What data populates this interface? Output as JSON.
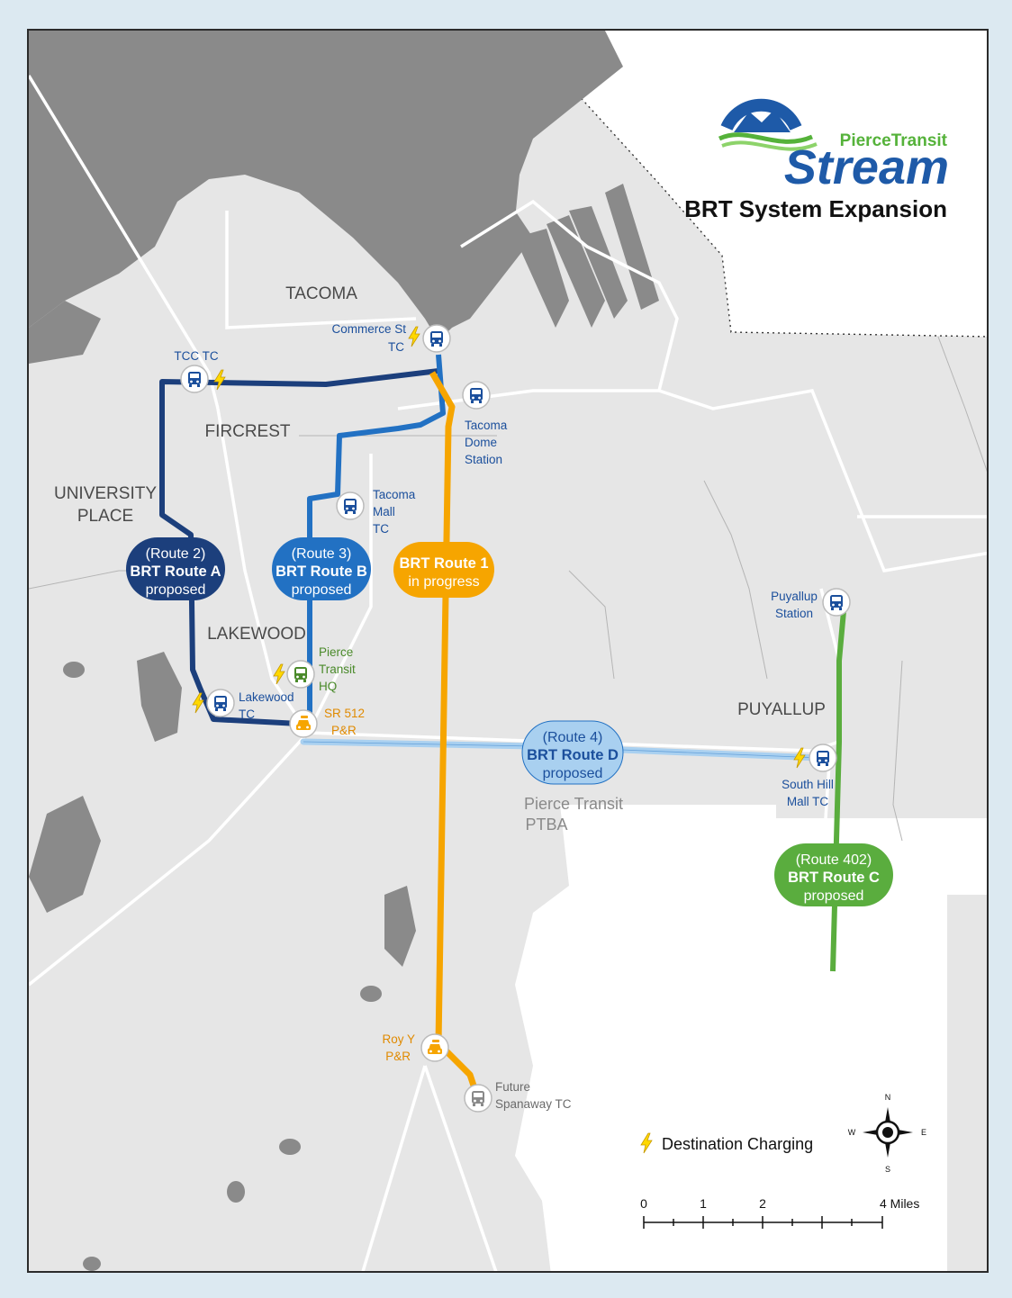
{
  "title": "BRT System Expansion",
  "brand": {
    "agency": "PierceTransit",
    "product": "Stream"
  },
  "colors": {
    "route_a": "#1c3f7c",
    "route_b": "#2271c3",
    "route_1": "#f6a500",
    "route_c": "#5aad3e",
    "route_d": "#a9d0f0",
    "charging": "#ffd800",
    "land": "#e6e6e6",
    "water": "#8a8a8a",
    "ptba": "#ffffff"
  },
  "places": {
    "tacoma": "TACOMA",
    "fircrest": "FIRCREST",
    "university_place_1": "UNIVERSITY",
    "university_place_2": "PLACE",
    "lakewood": "LAKEWOOD",
    "puyallup": "PUYALLUP",
    "ptba_1": "Pierce Transit",
    "ptba_2": "PTBA"
  },
  "stops": {
    "tcc_tc": "TCC TC",
    "commerce_1": "Commerce St",
    "commerce_2": "TC",
    "tacoma_dome_1": "Tacoma",
    "tacoma_dome_2": "Dome",
    "tacoma_dome_3": "Station",
    "tacoma_mall_1": "Tacoma",
    "tacoma_mall_2": "Mall",
    "tacoma_mall_3": "TC",
    "pt_hq_1": "Pierce",
    "pt_hq_2": "Transit",
    "pt_hq_3": "HQ",
    "lakewood_tc_1": "Lakewood",
    "lakewood_tc_2": "TC",
    "sr512_1": "SR 512",
    "sr512_2": "P&R",
    "puyallup_station_1": "Puyallup",
    "puyallup_station_2": "Station",
    "south_hill_1": "South Hill",
    "south_hill_2": "Mall TC",
    "roy_y_1": "Roy Y",
    "roy_y_2": "P&R",
    "spanaway_1": "Future",
    "spanaway_2": "Spanaway TC"
  },
  "routes": {
    "a": {
      "line1": "(Route 2)",
      "line2": "BRT Route A",
      "line3": "proposed"
    },
    "b": {
      "line1": "(Route 3)",
      "line2": "BRT Route B",
      "line3": "proposed"
    },
    "one": {
      "line1": "BRT Route 1",
      "line2": "in progress"
    },
    "d": {
      "line1": "(Route 4)",
      "line2": "BRT Route D",
      "line3": "proposed"
    },
    "c": {
      "line1": "(Route 402)",
      "line2": "BRT Route C",
      "line3": "proposed"
    }
  },
  "legend": {
    "charging": "Destination Charging"
  },
  "scale": {
    "t0": "0",
    "t1": "1",
    "t2": "2",
    "t4": "4 Miles"
  },
  "compass": {
    "n": "N",
    "s": "S",
    "e": "E",
    "w": "W"
  }
}
